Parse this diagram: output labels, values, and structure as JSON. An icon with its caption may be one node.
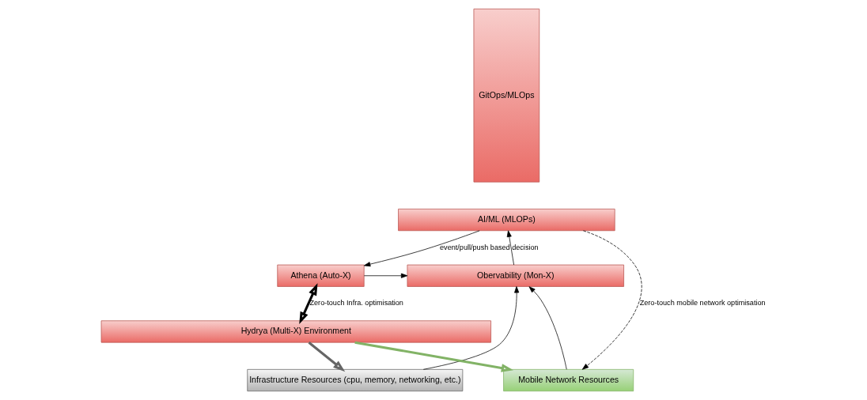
{
  "diagram": {
    "nodes": [
      {
        "text": [
          "GitOps/MLOps"
        ]
      },
      {
        "text": [
          "AI/ML (MLOPs)"
        ]
      },
      {
        "text": [
          "Athena (Auto-X)"
        ]
      },
      {
        "text": [
          "Obervability (Mon-X)"
        ]
      },
      {
        "text": [
          "Mobile Network Resources"
        ]
      },
      {
        "text": [
          "Infrastructure Resources (cpu, memory, networking, etc.)"
        ]
      },
      {
        "text": [
          "Hydrya (Multi-X) Environment"
        ]
      }
    ],
    "edges": [
      {
        "from": 1,
        "to": 2,
        "arrow": "to",
        "label": "event/pull/push based decision"
      },
      {
        "from": 2,
        "to": 3,
        "arrow": "to"
      },
      {
        "from": 3,
        "to": 1,
        "arrow": "to"
      },
      {
        "from": 4,
        "to": 3,
        "arrow": "to"
      },
      {
        "from": 5,
        "to": 3,
        "arrow": "to"
      },
      {
        "from": 1,
        "to": 4,
        "arrow": "to",
        "style": "dashed",
        "label": "Zero-touch mobile network optimisation"
      },
      {
        "from": 2,
        "to": 6,
        "arrow": "both",
        "style": "thick",
        "label": "Zero-touch Infra. optimisation"
      },
      {
        "from": 6,
        "to": 4,
        "arrow": "to",
        "style": "thick",
        "color": "#82b366"
      },
      {
        "from": 6,
        "to": 5,
        "arrow": "to",
        "style": "thick",
        "color": "#666666"
      }
    ]
  }
}
